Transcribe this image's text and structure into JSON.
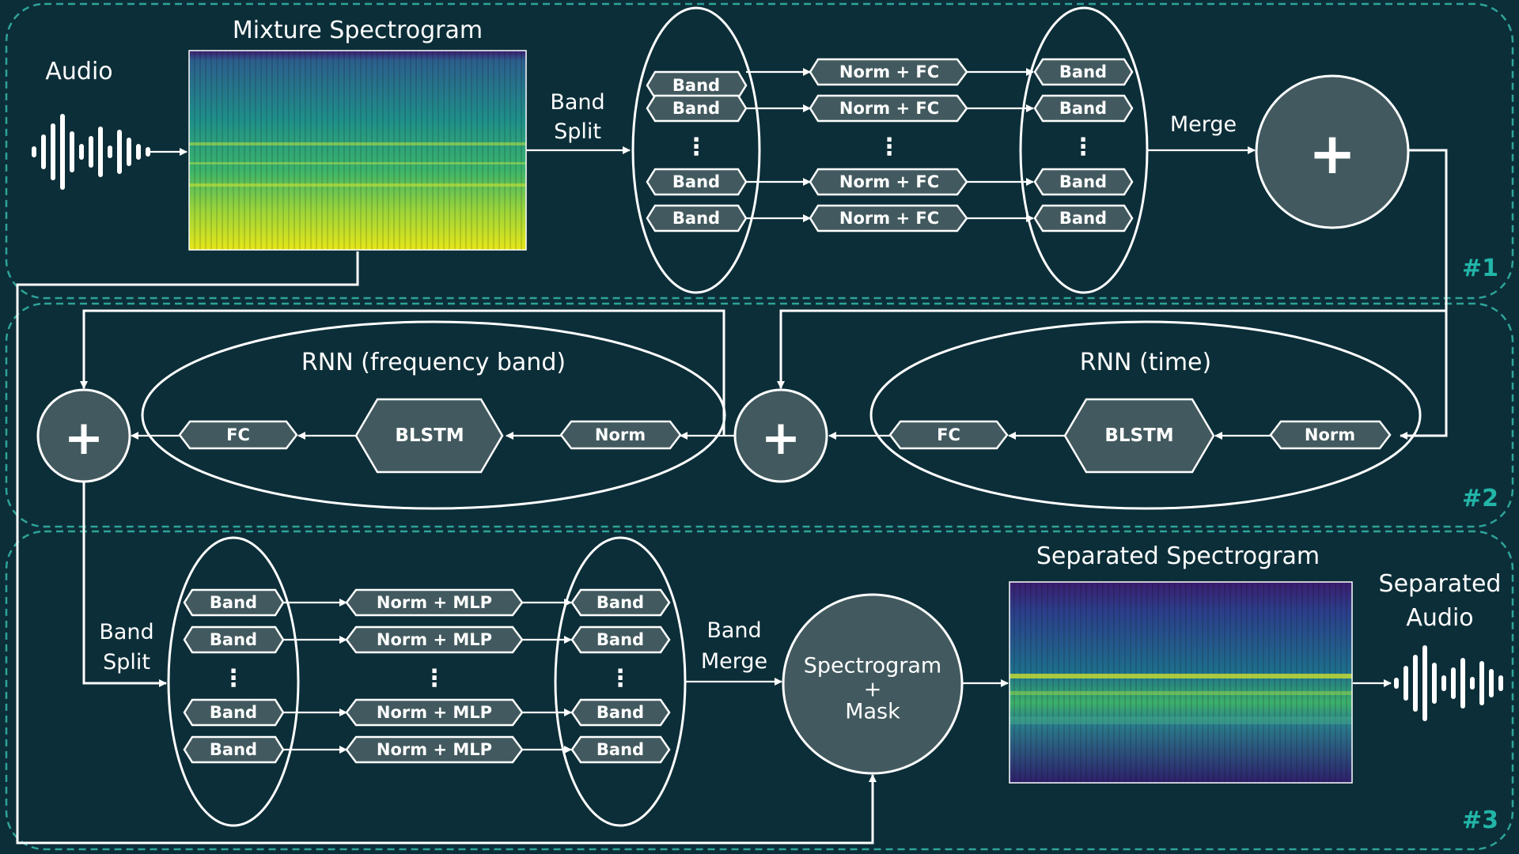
{
  "regions": {
    "r1": "#1",
    "r2": "#2",
    "r3": "#3"
  },
  "labels": {
    "audio": "Audio",
    "mixture_spectrogram": "Mixture Spectrogram",
    "band_split_top_1": "Band",
    "band_split_top_2": "Split",
    "merge": "Merge",
    "rnn_frequency": "RNN (frequency band)",
    "rnn_time": "RNN (time)",
    "band_split_bottom_1": "Band",
    "band_split_bottom_2": "Split",
    "band_merge_1": "Band",
    "band_merge_2": "Merge",
    "separated_spectrogram": "Separated Spectrogram",
    "separated_audio_1": "Separated",
    "separated_audio_2": "Audio"
  },
  "blocks": {
    "band": "Band",
    "norm_fc": "Norm + FC",
    "norm_mlp": "Norm + MLP",
    "fc": "FC",
    "blstm": "BLSTM",
    "norm": "Norm",
    "dots": "⋮"
  },
  "circles": {
    "plus": "+",
    "mask_1": "Spectrogram",
    "mask_2": "+",
    "mask_3": "Mask"
  },
  "icons": [
    "waveform-icon"
  ],
  "colors": {
    "background": "#0c2e38",
    "region_border": "#2ea39a",
    "region_label": "#22b5a8",
    "block_fill": "#425a5f",
    "stroke": "#ffffff"
  }
}
